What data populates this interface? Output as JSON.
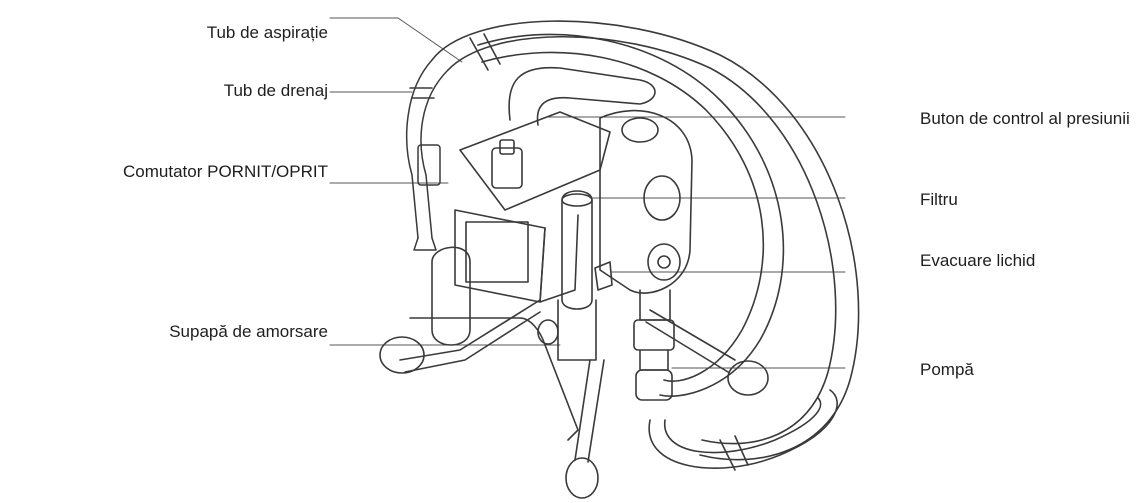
{
  "labels": {
    "left": [
      "Tub de aspirație",
      "Tub de drenaj",
      "Comutator PORNIT/OPRIT",
      "Supapă de amorsare"
    ],
    "right": [
      "Buton de control al presiunii",
      "Filtru",
      "Evacuare lichid",
      "Pompă"
    ]
  },
  "colors": {
    "text": "#1e1e1e",
    "leader_line": "#555555",
    "drawing_line": "#3a3a3a"
  }
}
